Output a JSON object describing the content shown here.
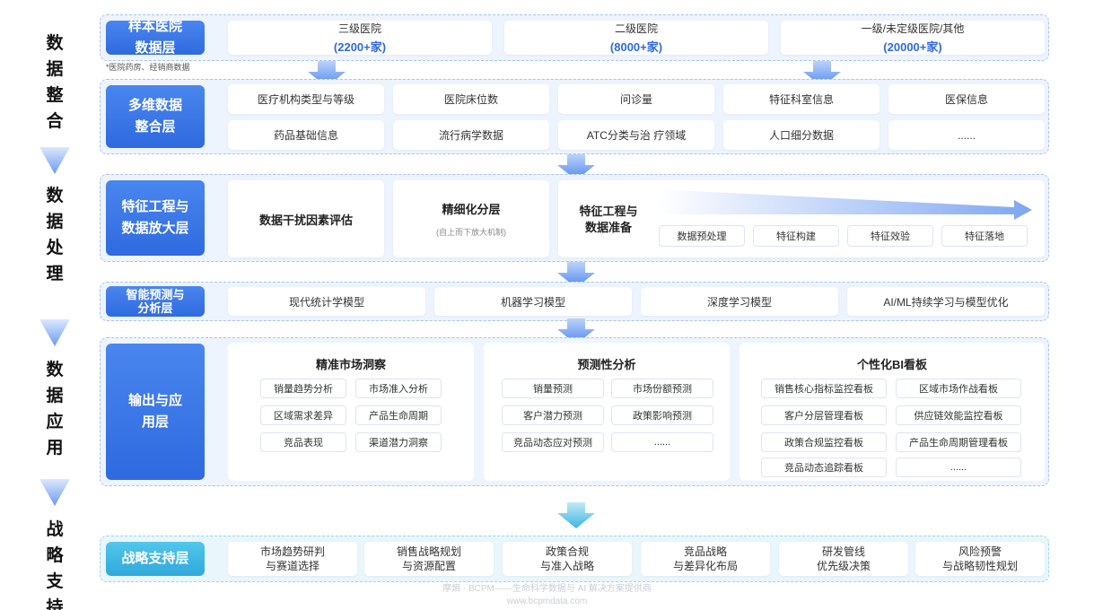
{
  "stages": [
    {
      "name": "stage-data-integration",
      "chars": [
        "数",
        "据",
        "整",
        "合"
      ]
    },
    {
      "name": "stage-data-processing",
      "chars": [
        "数",
        "据",
        "处",
        "理"
      ]
    },
    {
      "name": "stage-data-application",
      "chars": [
        "数",
        "据",
        "应",
        "用"
      ]
    },
    {
      "name": "stage-strategy-support",
      "chars": [
        "战",
        "略",
        "支",
        "持"
      ]
    }
  ],
  "sample_layer": {
    "title": "样本医院\n数据层",
    "footnote": "*医院药房、经销商数据",
    "tiers": [
      {
        "label": "三级医院",
        "count": "(2200+家)"
      },
      {
        "label": "二级医院",
        "count": "(8000+家)"
      },
      {
        "label": "一级/未定级医院/其他",
        "count": "(20000+家)"
      }
    ]
  },
  "integration_layer": {
    "title": "多维数据\n整合层",
    "items": [
      "医疗机构类型与等级",
      "医院床位数",
      "问诊量",
      "特征科室信息",
      "医保信息",
      "药品基础信息",
      "流行病学数据",
      "ATC分类与治 疗领域",
      "人口细分数据",
      "......"
    ]
  },
  "feature_layer": {
    "title": "特征工程与\n数据放大层",
    "eval": "数据干扰因素评估",
    "stratify": "精细化分层",
    "stratify_note": "(自上而下放大机制)",
    "prep": "特征工程与\n数据准备",
    "steps": [
      "数据预处理",
      "特征构建",
      "特征效验",
      "特征落地"
    ]
  },
  "predict_layer": {
    "title": "智能预测与\n分析层",
    "models": [
      "现代统计学模型",
      "机器学习模型",
      "深度学习模型",
      "AI/ML持续学习与模型优化"
    ]
  },
  "output_layer": {
    "title": "输出与应\n用层",
    "panels": [
      {
        "title": "精准市场洞察",
        "items": [
          "销量趋势分析",
          "市场准入分析",
          "区域需求差异",
          "产品生命周期",
          "竞品表现",
          "渠道潜力洞察"
        ]
      },
      {
        "title": "预测性分析",
        "items": [
          "销量预测",
          "市场份额预测",
          "客户潜力预测",
          "政策影响预测",
          "竞品动态应对预测",
          "......"
        ]
      },
      {
        "title": "个性化BI看板",
        "items": [
          "销售核心指标监控看板",
          "区域市场作战看板",
          "客户分层管理看板",
          "供应链效能监控看板",
          "政策合规监控看板",
          "产品生命周期管理看板",
          "竞品动态追踪看板",
          "......"
        ]
      }
    ]
  },
  "strategy_layer": {
    "title": "战略支持层",
    "items": [
      "市场趋势研判\n与赛道选择",
      "销售战略规划\n与资源配置",
      "政策合规\n与准入战略",
      "竞品战略\n与差异化布局",
      "研发管线\n优先级决策",
      "风险预警\n与战略韧性规划"
    ]
  },
  "watermark": {
    "line1": "摩熵 · BCPM——生命科学数据与 AI 解决方案提供商",
    "line2": "www.bcpmdata.com"
  },
  "colors": {
    "primary": "#2f6ae0",
    "accent_cyan": "#2fa8dc",
    "arrow": "#5a8ff0",
    "frame_bg": "#eef4fd"
  }
}
